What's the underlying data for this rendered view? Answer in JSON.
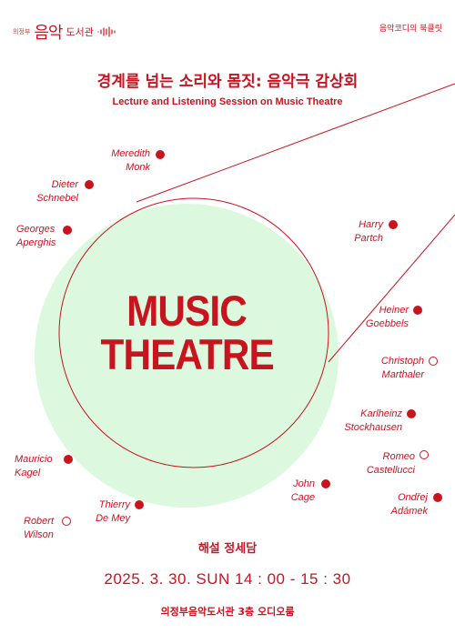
{
  "header": {
    "logo_small": "의정부",
    "logo_main": "음악",
    "logo_sub": "도서관",
    "series": "음악코디의 북클릿"
  },
  "title_ko": "경계를 넘는 소리와 몸짓: 음악극 감상회",
  "title_en": "Lecture and Listening Session on Music Theatre",
  "hero": {
    "line1": "MUSIC",
    "line2": "THEATRE"
  },
  "composers": [
    {
      "line1": "Meredith",
      "line2": "Monk",
      "marker": "filled"
    },
    {
      "line1": "Dieter",
      "line2": "Schnebel",
      "marker": "filled"
    },
    {
      "line1": "Georges",
      "line2": "Aperghis",
      "marker": "filled"
    },
    {
      "line1": "Harry",
      "line2": "Partch",
      "marker": "filled"
    },
    {
      "line1": "Heiner",
      "line2": "Goebbels",
      "marker": "filled"
    },
    {
      "line1": "Christoph",
      "line2": "Marthaler",
      "marker": "hollow"
    },
    {
      "line1": "Karlheinz",
      "line2": "Stockhausen",
      "marker": "filled"
    },
    {
      "line1": "Romeo",
      "line2": "Castellucci",
      "marker": "hollow"
    },
    {
      "line1": "Ondřej",
      "line2": "Adámek",
      "marker": "filled"
    },
    {
      "line1": "John",
      "line2": "Cage",
      "marker": "filled"
    },
    {
      "line1": "Mauricio",
      "line2": "Kagel",
      "marker": "filled"
    },
    {
      "line1": "Thierry",
      "line2": "De Mey",
      "marker": "filled"
    },
    {
      "line1": "Robert",
      "line2": "Wilson",
      "marker": "hollow"
    }
  ],
  "event": {
    "commentary": "해설 정세담",
    "datetime": "2025. 3. 30. SUN 14 : 00 - 15 : 30",
    "venue": "의정부음악도서관 3층 오디오룸"
  },
  "colors": {
    "accent": "#c8141e",
    "circle": "#dcf8de",
    "background": "#ffffff"
  },
  "icons": {
    "logo_wave": "sound-wave-icon"
  }
}
